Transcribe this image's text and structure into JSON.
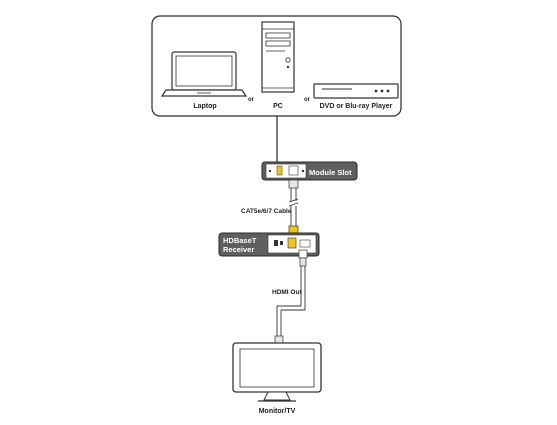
{
  "sources": {
    "laptop_label": "Laptop",
    "pc_label": "PC",
    "player_label": "DVD or Blu-ray Player",
    "or_text": "or"
  },
  "module_slot_label": "Module Slot",
  "cable_label": "CAT5e/6/7 Cable",
  "receiver": {
    "line1": "HDBaseT",
    "line2": "Receiver"
  },
  "hdmi_label": "HDMI Out",
  "display_label": "Monitor/TV",
  "colors": {
    "panel_fill": "#5f5f5f",
    "outline": "#2a2a2a",
    "cable_light": "#e6e6e6",
    "connector_yellow": "#f2c41a"
  }
}
